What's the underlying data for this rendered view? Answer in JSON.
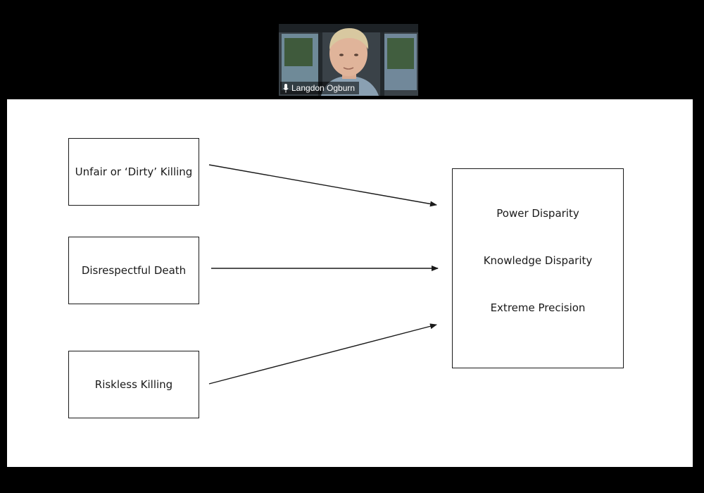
{
  "participant": {
    "name": "Langdon Ogburn",
    "mic_icon": "microphone-icon"
  },
  "slide": {
    "causes": [
      "Unfair or ‘Dirty’ Killing",
      "Disrespectful Death",
      "Riskless Killing"
    ],
    "effects": [
      "Power Disparity",
      "Knowledge Disparity",
      "Extreme Precision"
    ]
  },
  "colors": {
    "background": "#000000",
    "slide": "#ffffff",
    "ink": "#1a1a1a"
  }
}
